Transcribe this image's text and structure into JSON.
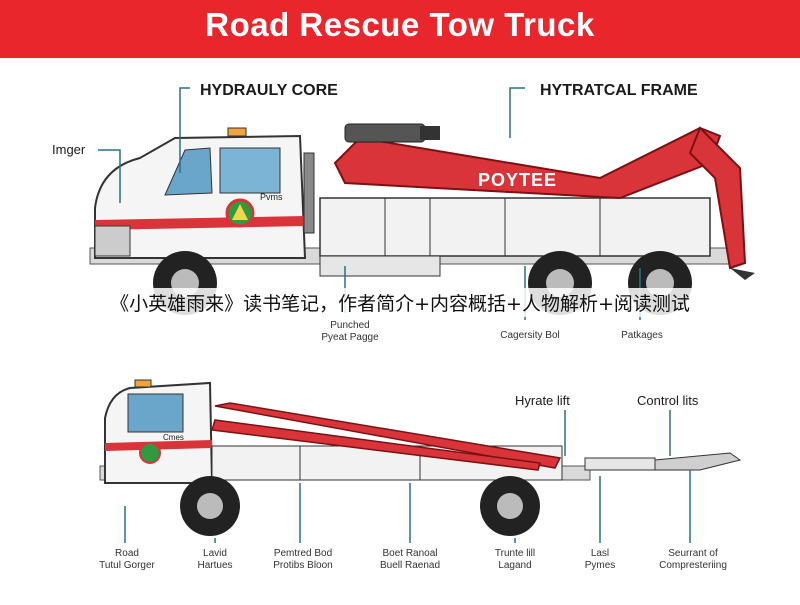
{
  "header": {
    "title": "Road Rescue Tow Truck"
  },
  "top_diagram": {
    "callouts": {
      "hydraulic_core": "HYDRAULY CORE",
      "hydraulic_frame": "HYTRATCAL FRAME",
      "imger": "Imger"
    },
    "boom_text": "POYTEE",
    "door_logo": "Pvms",
    "bottom_labels": {
      "left": [
        "Punched",
        "Pyeat Pagge"
      ],
      "middle": [
        "Cagersity Bol"
      ],
      "right": [
        "Patkages"
      ]
    }
  },
  "bottom_diagram": {
    "door_logo": "Cmes",
    "callouts": {
      "hydraulic_lift": "Hyrate lift",
      "control_lifts": "Control lits"
    },
    "bottom_labels": [
      [
        "Road",
        "Tutul Gorger"
      ],
      [
        "Lavid",
        "Hartues"
      ],
      [
        "Pemtred Bod",
        "Protibs Bloon"
      ],
      [
        "Boet Ranoal",
        "Buell Raenad"
      ],
      [
        "Trunte lill",
        "Lagand"
      ],
      [
        "Lasl",
        "Pymes"
      ],
      [
        "Seurrant of",
        "Compresteriing"
      ]
    ]
  },
  "overlay_caption": "《小英雄雨来》读书笔记，作者简介+内容概括+人物解析+阅读测试",
  "colors": {
    "banner": "#e8262c",
    "boom": "#d8343a",
    "line": "#2a6f8f",
    "accent_green": "#2f9a3f"
  }
}
